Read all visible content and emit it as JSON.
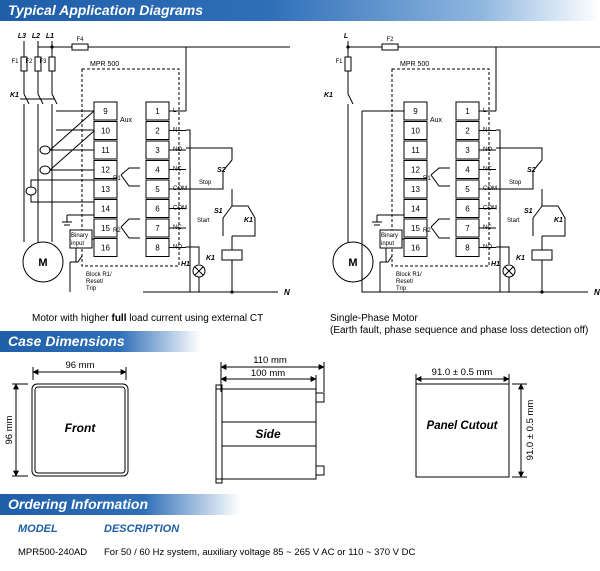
{
  "sections": {
    "application": "Typical Application Diagrams",
    "case": "Case Dimensions",
    "ordering": "Ordering Information"
  },
  "diagram_left": {
    "phases": [
      "L3",
      "L2",
      "L1"
    ],
    "fuses": [
      "F1",
      "F2",
      "F3"
    ],
    "fuse_top": "F4",
    "contactor": "K1",
    "relay_name": "MPR 500",
    "aux": "Aux",
    "left_terms": [
      "9",
      "10",
      "11",
      "12",
      "13",
      "14",
      "15",
      "16"
    ],
    "right_terms": [
      "1",
      "2",
      "3",
      "4",
      "5",
      "6",
      "7",
      "8"
    ],
    "term_labels": [
      "L",
      "N",
      "NO",
      "NC",
      "COM",
      "COM",
      "NC",
      "NO"
    ],
    "r1": "R1",
    "r2": "R2",
    "stop": "Stop",
    "s2": "S2",
    "start": "Start",
    "s1": "S1",
    "k1_coil": "K1",
    "h1": "H1",
    "n": "N",
    "motor": "M",
    "binary_input": [
      "Binary",
      "input"
    ],
    "block": [
      "Block R1/",
      "Reset/",
      "Trip"
    ],
    "caption_parts": [
      "Motor with higher ",
      "full",
      " load current using external CT"
    ]
  },
  "diagram_right": {
    "l": "L",
    "fuse": "F1",
    "fuse_top": "F2",
    "contactor": "K1",
    "relay_name": "MPR 500",
    "aux": "Aux",
    "left_terms": [
      "9",
      "10",
      "11",
      "12",
      "13",
      "14",
      "15",
      "16"
    ],
    "right_terms": [
      "1",
      "2",
      "3",
      "4",
      "5",
      "6",
      "7",
      "8"
    ],
    "term_labels": [
      "L",
      "N",
      "NO",
      "NC",
      "COM",
      "COM",
      "NC",
      "NO"
    ],
    "r1": "R1",
    "r2": "R2",
    "stop": "Stop",
    "s2": "S2",
    "start": "Start",
    "s1": "S1",
    "k1_coil": "K1",
    "h1": "H1",
    "n": "N",
    "motor": "M",
    "binary_input": [
      "Binary",
      "input"
    ],
    "block": [
      "Block R1/",
      "Reset/",
      "Trip"
    ],
    "caption_line1": "Single-Phase Motor",
    "caption_line2": "(Earth fault, phase sequence and phase loss detection off)"
  },
  "case": {
    "front_width": "96 mm",
    "front_height": "96 mm",
    "front": "Front",
    "side_outer": "110 mm",
    "side_inner": "100 mm",
    "side": "Side",
    "cutout_width": "91.0 ± 0.5 mm",
    "cutout_height": "91.0 ± 0.5 mm",
    "cutout": "Panel Cutout"
  },
  "ordering": {
    "model_header": "MODEL",
    "desc_header": "DESCRIPTION",
    "model": "MPR500-240AD",
    "description": "For 50 / 60 Hz system, auxiliary voltage 85 ~ 265 V AC or 110 ~ 370 V DC"
  },
  "colors": {
    "banner": "#1f5ea8",
    "heading": "#1f5ea8"
  }
}
